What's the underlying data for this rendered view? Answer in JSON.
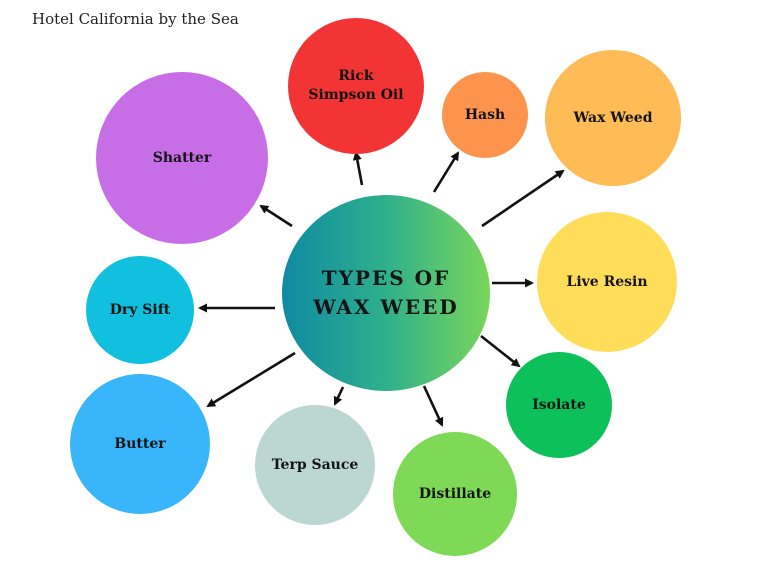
{
  "brand": "Hotel California by the Sea",
  "center": {
    "line1": "TYPES OF",
    "line2": "WAX WEED",
    "color_start": "#0f8aa3",
    "color_end": "#7ad65a"
  },
  "types": [
    {
      "id": "shatter",
      "line1": "Shatter",
      "line2": "",
      "color": "#c76de6"
    },
    {
      "id": "rick",
      "line1": "Rick",
      "line2": "Simpson Oil",
      "color": "#f23434"
    },
    {
      "id": "hash",
      "line1": "Hash",
      "line2": "",
      "color": "#fc944e"
    },
    {
      "id": "wax",
      "line1": "Wax Weed",
      "line2": "",
      "color": "#ffbb55"
    },
    {
      "id": "live",
      "line1": "Live Resin",
      "line2": "",
      "color": "#ffdd58"
    },
    {
      "id": "drysift",
      "line1": "Dry Sift",
      "line2": "",
      "color": "#11bfdf"
    },
    {
      "id": "isolate",
      "line1": "Isolate",
      "line2": "",
      "color": "#0cc05a"
    },
    {
      "id": "butter",
      "line1": "Butter",
      "line2": "",
      "color": "#38b5fb"
    },
    {
      "id": "terp",
      "line1": "Terp Sauce",
      "line2": "",
      "color": "#bcd7d0"
    },
    {
      "id": "distillate",
      "line1": "Distillate",
      "line2": "",
      "color": "#7ed957"
    }
  ]
}
